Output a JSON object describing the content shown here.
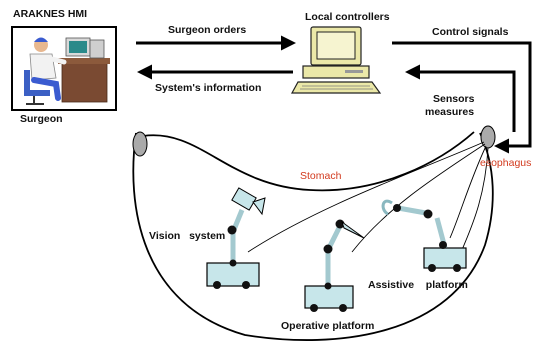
{
  "labels": {
    "hmi": "ARAKNES HMI",
    "surgeon": "Surgeon",
    "surgeon_orders": "Surgeon orders",
    "systems_information": "System's information",
    "local_controllers": "Local controllers",
    "control_signals": "Control signals",
    "sensors_line1": "Sensors",
    "sensors_line2": "measures",
    "stomach": "Stomach",
    "esophagus": "esophagus",
    "vision_system": "Vision   system",
    "operative_platform": "Operative platform",
    "assistive_platform": "Assistive    platform"
  },
  "colors": {
    "line": "#000000",
    "organ_label": "#d23a1e",
    "robot_body": "#c7e6ea",
    "robot_arm": "#a3c9cf",
    "joint": "#111111",
    "port": "#aaaaaa"
  },
  "icons": {
    "surgeon_workstation": "surgeon-at-console-icon",
    "controller": "desktop-computer-icon",
    "camera": "camera-icon",
    "gripper": "gripper-icon",
    "needle": "needle-tool-icon"
  }
}
